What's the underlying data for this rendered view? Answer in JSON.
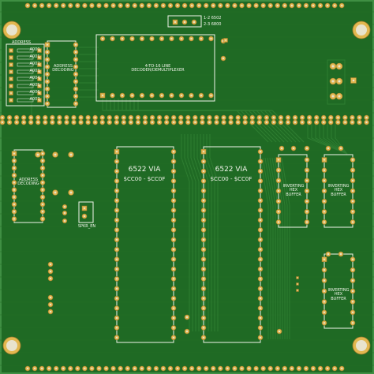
{
  "board": {
    "labels": {
      "address_top": "ADDRESS",
      "address_decoding_top": "ADDRESS\nDECODING",
      "decoder": "4-TO-16 LINE\nDECODER/DEMULTIPLEXER",
      "jumper_6502": "1-2  6502",
      "jumper_6800": "2-3  6800",
      "via1_title": "6522 VIA",
      "via1_range": "$CC00 - $CC0F",
      "via2_title": "6522 VIA",
      "via2_range": "$CC00 - $CC0F",
      "address_decoding_left": "ADDRESS\nDECODING",
      "inverting_hex_buffer_1": "INVERTING\nHEX\nBUFFER",
      "inverting_hex_buffer_2": "INVERTING\nHEX\nBUFFER",
      "inverting_hex_buffer_3": "INVERTING\nHEX\nBUFFER",
      "spkr_en": "SPKR_EN",
      "switch_labels": [
        "A000",
        "A001",
        "A002",
        "A003",
        "A004",
        "A005",
        "A006",
        "A007"
      ]
    },
    "colors": {
      "board_green": "#1f6a24",
      "trace_green": "#2e7d31",
      "pad_gold": "#e2b74f",
      "silkscreen": "#f1f4ea"
    }
  }
}
